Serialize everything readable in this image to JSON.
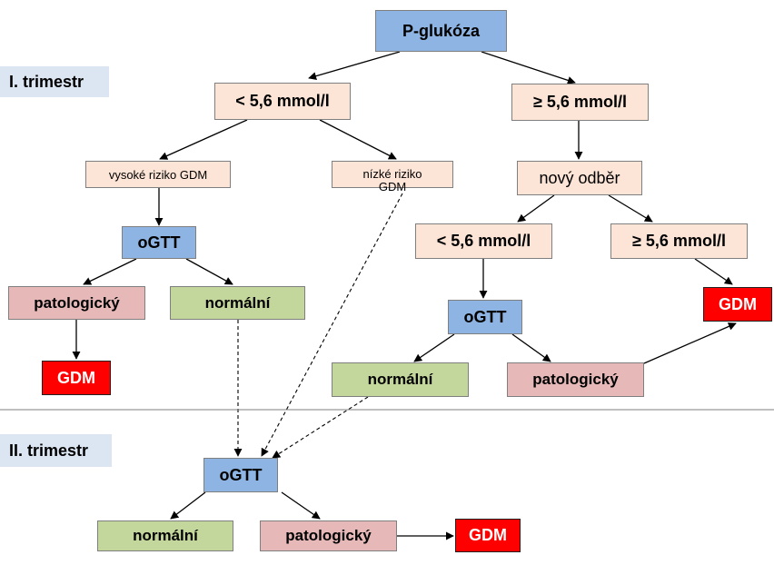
{
  "colors": {
    "blue": "#8eb4e3",
    "peach": "#fce4d6",
    "green": "#c3d69b",
    "pink": "#e6b9b8",
    "red": "#ff0000",
    "trimester_bg": "#dce6f2"
  },
  "labels": {
    "trimester_1": "I. trimestr",
    "trimester_2": "II. trimestr"
  },
  "nodes": {
    "root": "P-glukóza",
    "low_1": "< 5,6 mmol/l",
    "high_1": "≥ 5,6 mmol/l",
    "high_risk": "vysoké riziko GDM",
    "low_risk_line1": "nízké riziko",
    "low_risk_line2": "GDM",
    "new_sample": "nový odběr",
    "low_2": "< 5,6 mmol/l",
    "high_2": "≥ 5,6 mmol/l",
    "ogtt_left": "oGTT",
    "patol_left": "patologický",
    "normal_left": "normální",
    "gdm_left": "GDM",
    "ogtt_right": "oGTT",
    "gdm_right": "GDM",
    "normal_right": "normální",
    "patol_right": "patologický",
    "ogtt_bottom": "oGTT",
    "normal_bottom": "normální",
    "patol_bottom": "patologický",
    "gdm_bottom": "GDM"
  }
}
